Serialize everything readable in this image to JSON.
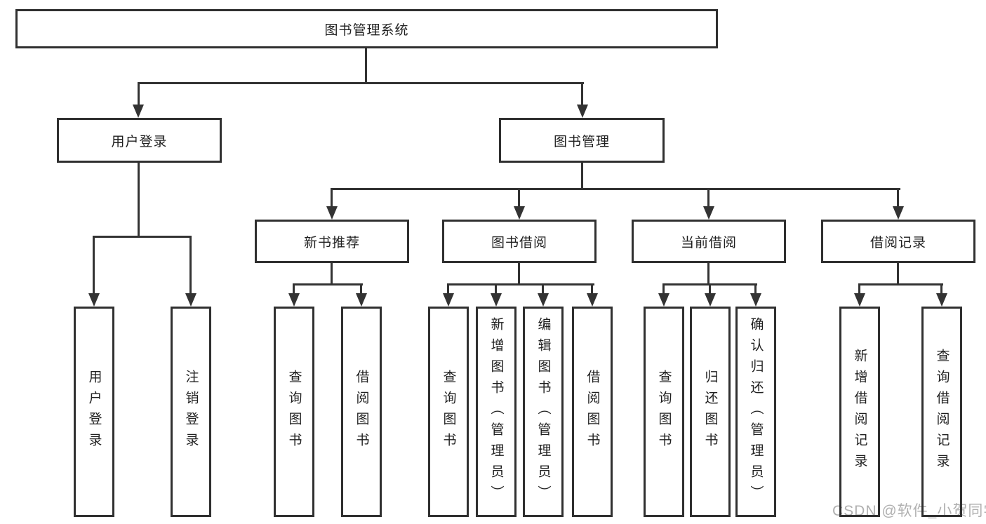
{
  "title": {
    "label": "图书管理系统"
  },
  "user_branch": {
    "label": "用户登录",
    "leaves": [
      "用户登录",
      "注销登录"
    ]
  },
  "book_branch": {
    "label": "图书管理",
    "groups": [
      {
        "label": "新书推荐",
        "leaves": [
          "查询图书",
          "借阅图书"
        ]
      },
      {
        "label": "图书借阅",
        "leaves": [
          "查询图书",
          "新增图书（管理员）",
          "编辑图书（管理员）",
          "借阅图书"
        ]
      },
      {
        "label": "当前借阅",
        "leaves": [
          "查询图书",
          "归还图书",
          "确认归还（管理员）"
        ]
      },
      {
        "label": "借阅记录",
        "leaves": [
          "新增借阅记录",
          "查询借阅记录"
        ]
      }
    ]
  },
  "watermark": {
    "label": "CSDN @软件_小贺同学"
  },
  "colors": {
    "line": "#333333",
    "box_border": "#303030",
    "box_fill": "#ffffff",
    "text": "#1f1f1f",
    "watermark": "#b0b0b0",
    "background": "#ffffff"
  }
}
